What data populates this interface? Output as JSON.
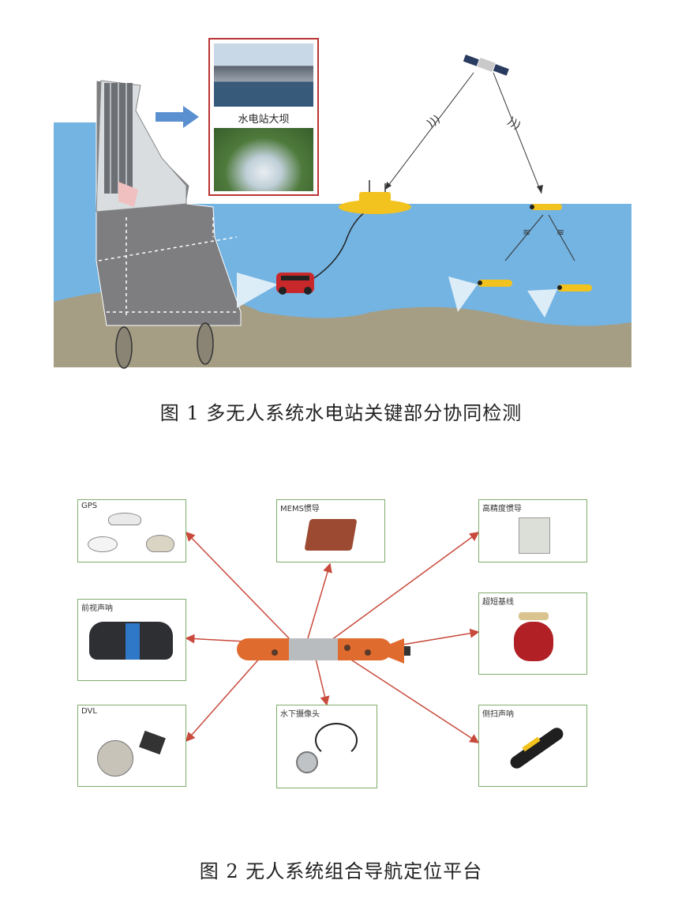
{
  "figure1": {
    "inset_caption": "水电站大坝",
    "caption": "图 1  多无人系统水电站关键部分协同检测"
  },
  "figure2": {
    "caption": "图 2  无人系统组合导航定位平台",
    "components": [
      {
        "id": "gps",
        "label": "GPS"
      },
      {
        "id": "mems",
        "label": "MEMS惯导"
      },
      {
        "id": "high-precision-ins",
        "label": "高精度惯导"
      },
      {
        "id": "forward-sonar",
        "label": "前视声呐"
      },
      {
        "id": "usbl",
        "label": "超短基线"
      },
      {
        "id": "dvl",
        "label": "DVL"
      },
      {
        "id": "underwater-camera",
        "label": "水下摄像头"
      },
      {
        "id": "side-scan-sonar",
        "label": "侧扫声呐"
      }
    ]
  },
  "colors": {
    "water": "#74b4e2",
    "seabed": "#a59e85",
    "dam": "#7e7e80",
    "frame_red": "#b33333",
    "box_border": "#7fae6a",
    "arrow_red": "#c84a3c",
    "vehicle_orange": "#e06b2e",
    "vehicle_yellow": "#f2c21e"
  }
}
